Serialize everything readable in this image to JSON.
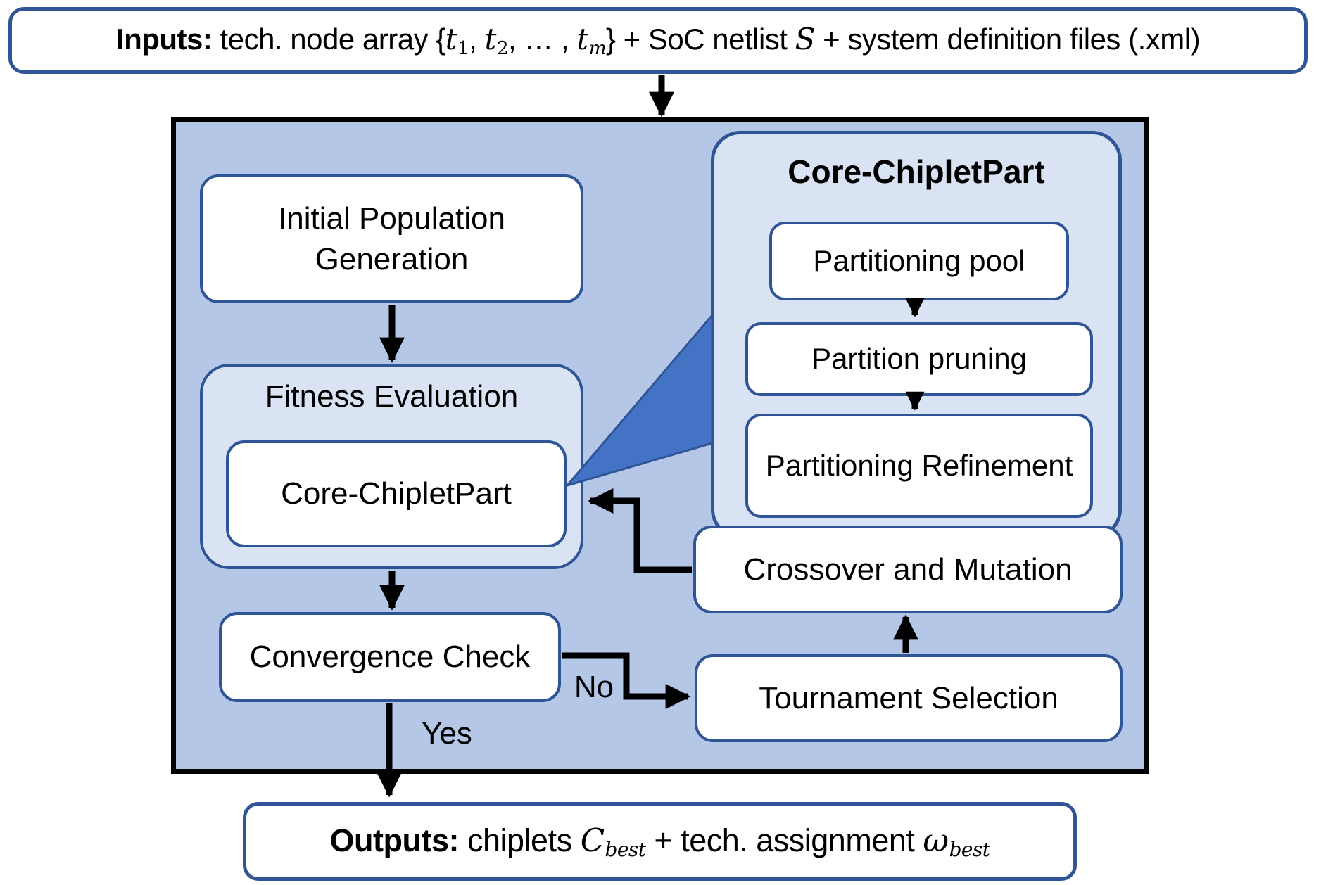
{
  "figure": {
    "type": "flowchart",
    "description": "Genetic-algorithm chiplet partitioning flow diagram"
  },
  "inputs": {
    "runs": [
      {
        "t": "Inputs:",
        "s": "b"
      },
      {
        "t": " tech. node array {",
        "s": ""
      },
      {
        "t": "t",
        "s": "i"
      },
      {
        "t": "1",
        "s": "subu"
      },
      {
        "t": ", ",
        "s": ""
      },
      {
        "t": "t",
        "s": "i"
      },
      {
        "t": "2",
        "s": "subu"
      },
      {
        "t": ", … , ",
        "s": ""
      },
      {
        "t": "t",
        "s": "i"
      },
      {
        "t": "m",
        "s": "sub"
      },
      {
        "t": "} + SoC netlist ",
        "s": ""
      },
      {
        "t": "S",
        "s": "i"
      },
      {
        "t": " + system definition files (.xml)",
        "s": ""
      }
    ]
  },
  "outputs": {
    "runs": [
      {
        "t": "Outputs:",
        "s": "b"
      },
      {
        "t": " chiplets ",
        "s": ""
      },
      {
        "t": "C",
        "s": "i"
      },
      {
        "t": "best",
        "s": "sub"
      },
      {
        "t": " + tech. assignment ",
        "s": ""
      },
      {
        "t": "ω",
        "s": "i"
      },
      {
        "t": "best",
        "s": "sub"
      }
    ]
  },
  "nodes": {
    "initial_population": "Initial Population Generation",
    "fitness_evaluation": "Fitness Evaluation",
    "core_chipletpart": "Core-ChipletPart",
    "detail_title": "Core-ChipletPart",
    "partitioning_pool": "Partitioning pool",
    "partition_pruning": "Partition pruning",
    "partitioning_refinement": "Partitioning Refinement",
    "crossover_mutation": "Crossover and Mutation",
    "convergence_check": "Convergence Check",
    "tournament_selection": "Tournament Selection"
  },
  "edge_labels": {
    "yes": "Yes",
    "no": "No"
  },
  "colors": {
    "main_fill": "#b4c7e7",
    "light_fill": "#dae3f3",
    "border_blue": "#2f5597",
    "callout_fill": "#4472c4",
    "arrow": "#000000",
    "box_white": "#ffffff"
  }
}
